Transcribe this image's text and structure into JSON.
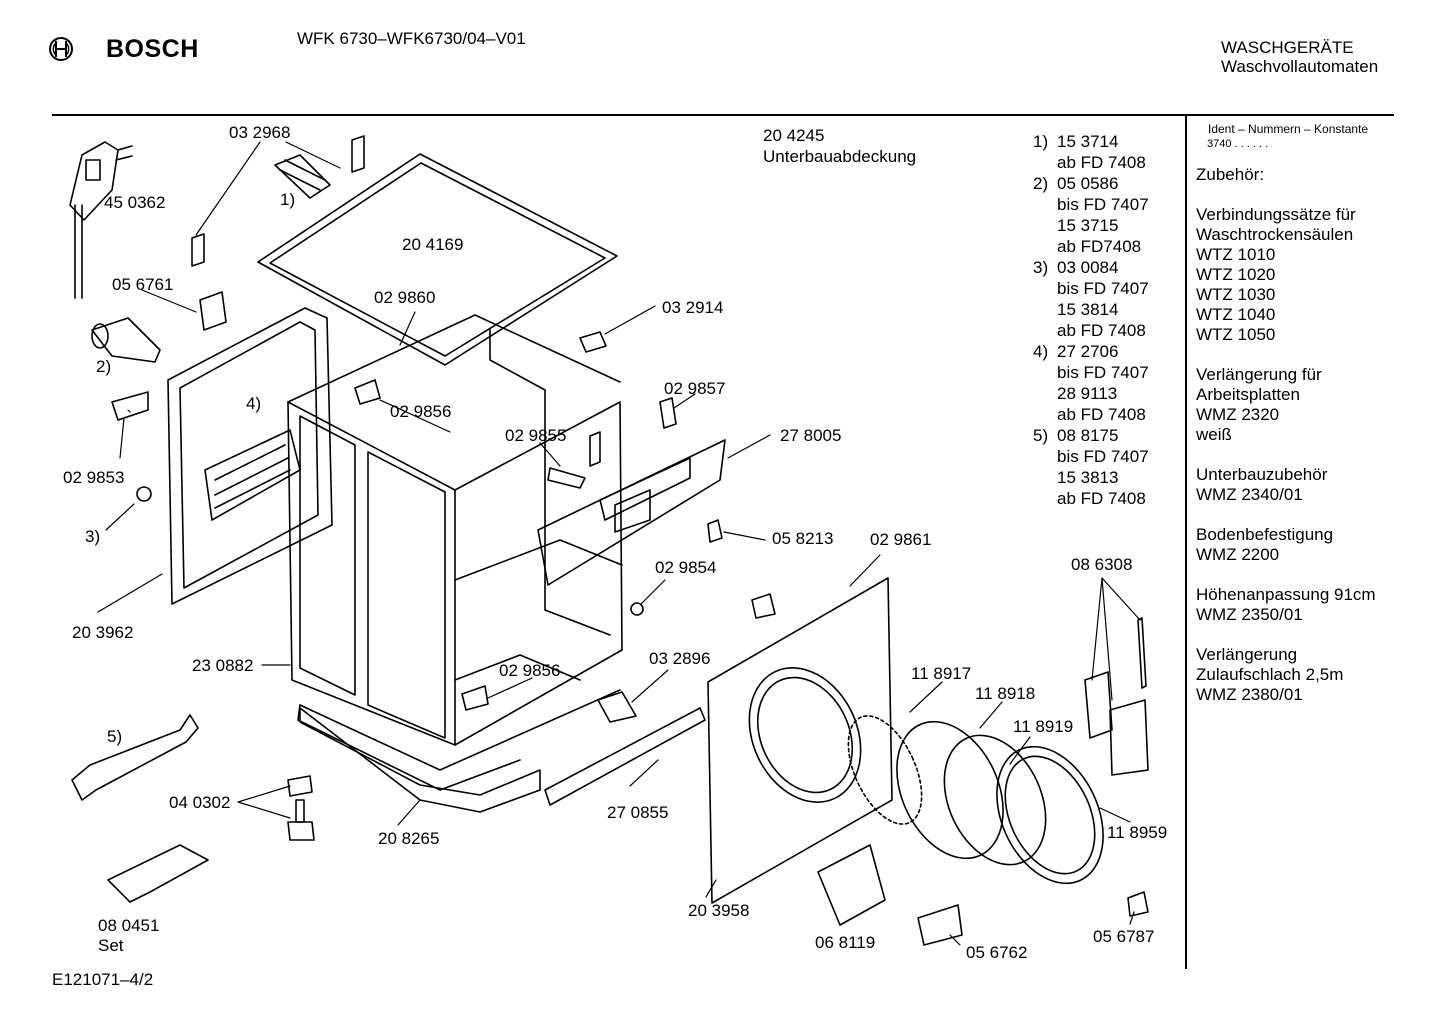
{
  "header": {
    "brand": "BOSCH",
    "model": "WFK 6730–WFK6730/04–V01",
    "category_line1": "WASCHGERÄTE",
    "category_line2": "Waschvollautomaten"
  },
  "sidebar": {
    "ident_title": "Ident – Nummern – Konstante",
    "ident_value": "3740 . . . . . .",
    "groups": [
      [
        "Zubehör:"
      ],
      [
        "Verbindungssätze für",
        "Waschtrockensäulen",
        "WTZ 1010",
        "WTZ 1020",
        "WTZ 1030",
        "WTZ 1040",
        "WTZ 1050"
      ],
      [
        "Verlängerung für",
        "Arbeitsplatten",
        "WMZ 2320",
        "weiß"
      ],
      [
        "Unterbauzubehör",
        "WMZ 2340/01"
      ],
      [
        "Bodenbefestigung",
        "WMZ 2200"
      ],
      [
        "Höhenanpassung  91cm",
        "WMZ 2350/01"
      ],
      [
        "Verlängerung",
        "Zulaufschlach 2,5m",
        "WMZ 2380/01"
      ]
    ]
  },
  "notes": [
    {
      "num": "1)",
      "lines": [
        "15 3714",
        "ab FD 7408"
      ]
    },
    {
      "num": "2)",
      "lines": [
        "05 0586",
        "bis FD 7407",
        "15 3715",
        "ab FD7408"
      ]
    },
    {
      "num": "3)",
      "lines": [
        "03 0084",
        "bis FD 7407",
        "15 3814",
        "ab FD 7408"
      ]
    },
    {
      "num": "4)",
      "lines": [
        "27 2706",
        "bis FD 7407",
        "28 9113",
        "ab FD 7408"
      ]
    },
    {
      "num": "5)",
      "lines": [
        "08 8175",
        "bis FD 7407",
        "15 3813",
        "ab FD 7408"
      ]
    }
  ],
  "part_labels": {
    "p032968": "03 2968",
    "p204245": "20 4245",
    "unterbau": "Unterbauabdeckung",
    "p450362": "45 0362",
    "ref1": "1)",
    "p204169": "20 4169",
    "p056761": "05 6761",
    "p029860": "02 9860",
    "p032914": "03 2914",
    "ref2": "2)",
    "ref4": "4)",
    "p029857": "02 9857",
    "p029856a": "02 9856",
    "p029855": "02 9855",
    "p278005": "27 8005",
    "p029853": "02 9853",
    "ref3": "3)",
    "p058213": "05 8213",
    "p029861": "02 9861",
    "p029854": "02 9854",
    "p086308": "08 6308",
    "p203962": "20 3962",
    "p230882": "23 0882",
    "p029856b": "02 9856",
    "p032896": "03 2896",
    "p118917": "11 8917",
    "p118918": "11 8918",
    "p118919": "11 8919",
    "ref5": "5)",
    "p040302": "04 0302",
    "p270855": "27 0855",
    "p208265": "20 8265",
    "p118959": "11 8959",
    "p203958": "20 3958",
    "p080451": "08  0451",
    "set": "Set",
    "p068119": "06 8119",
    "p056762": "05 6762",
    "p056787": "05 6787"
  },
  "footer": {
    "code": "E121071–4/2"
  }
}
